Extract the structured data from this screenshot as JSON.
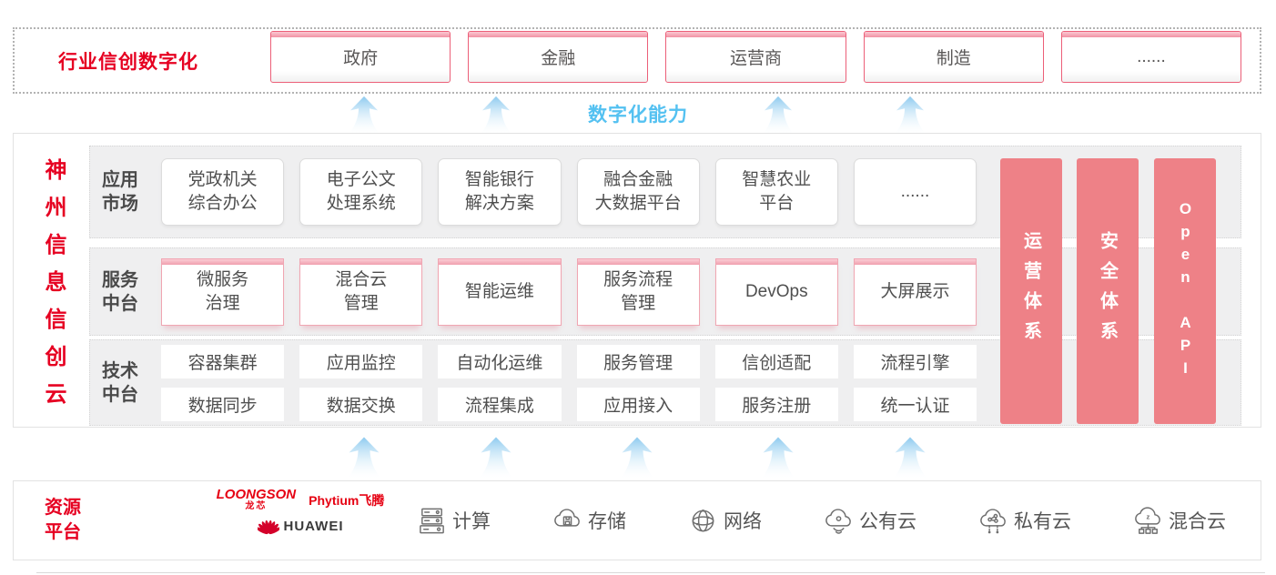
{
  "top": {
    "label": "行业信创数字化",
    "industries": [
      "政府",
      "金融",
      "运营商",
      "制造",
      "......"
    ]
  },
  "capability_label": "数字化能力",
  "cloud": {
    "vertical_title": "神州信息信创云",
    "rows": [
      {
        "label": "应用\n市场",
        "cards": [
          "党政机关\n综合办公",
          "电子公文\n处理系统",
          "智能银行\n解决方案",
          "融合金融\n大数据平台",
          "智慧农业\n平台",
          "......"
        ]
      },
      {
        "label": "服务\n中台",
        "cards": [
          "微服务\n治理",
          "混合云\n管理",
          "智能运维",
          "服务流程\n管理",
          "DevOps",
          "大屏展示"
        ]
      },
      {
        "label": "技术\n中台",
        "cards_top": [
          "容器集群",
          "应用监控",
          "自动化运维",
          "服务管理",
          "信创适配",
          "流程引擎"
        ],
        "cards_bottom": [
          "数据同步",
          "数据交换",
          "流程集成",
          "应用接入",
          "服务注册",
          "统一认证"
        ]
      }
    ],
    "bars": [
      "运营体系",
      "安全体系",
      "Open API"
    ]
  },
  "resource": {
    "label": "资源\n平台",
    "vendors": {
      "loongson": "LOONGSON",
      "loongson_sub": "龙芯",
      "phytium": "Phytium",
      "phytium_sub": "飞腾",
      "huawei": "HUAWEI"
    },
    "items": [
      {
        "icon": "compute-icon",
        "label": "计算"
      },
      {
        "icon": "storage-icon",
        "label": "存储"
      },
      {
        "icon": "network-icon",
        "label": "网络"
      },
      {
        "icon": "public-cloud-icon",
        "label": "公有云"
      },
      {
        "icon": "private-cloud-icon",
        "label": "私有云"
      },
      {
        "icon": "hybrid-cloud-icon",
        "label": "混合云"
      }
    ]
  },
  "colors": {
    "brand_red": "#e60021",
    "bar_pink": "#ee8187",
    "capability_blue": "#54c1f1",
    "card_pink_border": "#f0a6b2"
  }
}
